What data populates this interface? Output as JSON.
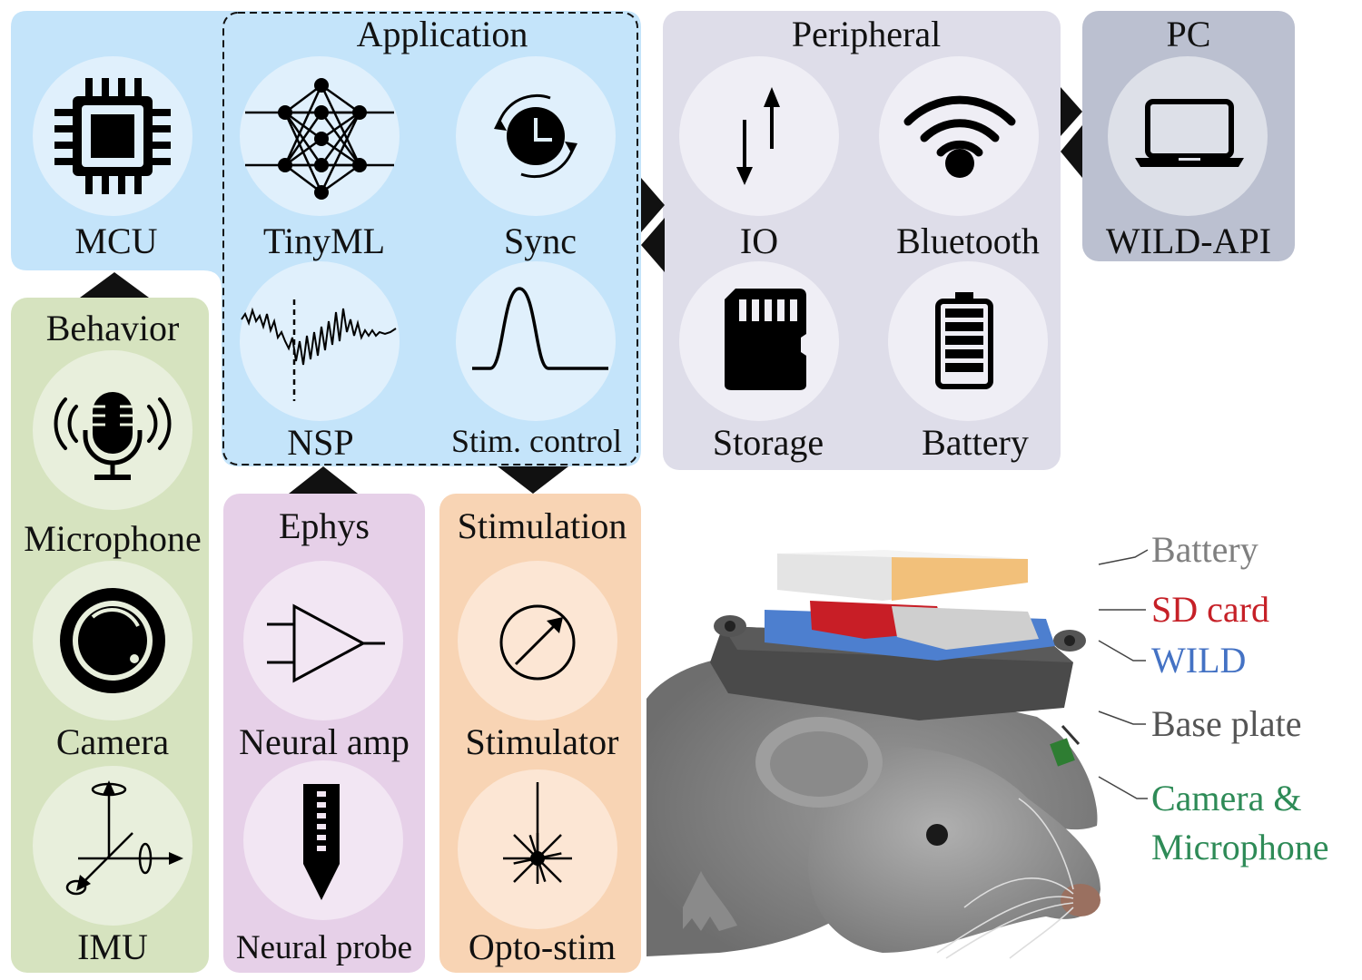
{
  "colors": {
    "mcu_panel": "#c4e4fa",
    "peripheral_panel": "#dedde9",
    "pc_panel": "#bbc0d0",
    "behavior_panel": "#d6e3bf",
    "ephys_panel": "#e6d0e8",
    "stimulation_panel": "#f8d4b4",
    "battery_label": "#7f7f7f",
    "sd_card_label": "#c62027",
    "wild_label": "#4472c4",
    "base_plate_label": "#555555",
    "camera_label": "#2e8b57"
  },
  "mcu": {
    "label": "MCU",
    "icon": "chip-icon"
  },
  "application": {
    "title": "Application",
    "items": [
      {
        "label": "TinyML",
        "icon": "neural-network-icon"
      },
      {
        "label": "Sync",
        "icon": "clock-sync-icon"
      },
      {
        "label": "NSP",
        "icon": "signal-waveform-icon"
      },
      {
        "label": "Stim. control",
        "icon": "pulse-icon"
      }
    ]
  },
  "peripheral": {
    "title": "Peripheral",
    "items": [
      {
        "label": "IO",
        "icon": "io-arrows-icon"
      },
      {
        "label": "Bluetooth",
        "icon": "wireless-icon"
      },
      {
        "label": "Storage",
        "icon": "sd-card-icon"
      },
      {
        "label": "Battery",
        "icon": "battery-icon"
      }
    ]
  },
  "pc": {
    "title": "PC",
    "label": "WILD-API",
    "icon": "laptop-icon"
  },
  "behavior": {
    "title": "Behavior",
    "items": [
      {
        "label": "Microphone",
        "icon": "microphone-icon"
      },
      {
        "label": "Camera",
        "icon": "camera-lens-icon"
      },
      {
        "label": "IMU",
        "icon": "imu-axes-icon"
      }
    ]
  },
  "ephys": {
    "title": "Ephys",
    "items": [
      {
        "label": "Neural amp",
        "icon": "amplifier-icon"
      },
      {
        "label": "Neural probe",
        "icon": "probe-icon"
      }
    ]
  },
  "stimulation": {
    "title": "Stimulation",
    "items": [
      {
        "label": "Stimulator",
        "icon": "stimulator-icon"
      },
      {
        "label": "Opto-stim",
        "icon": "laser-icon"
      }
    ]
  },
  "device": {
    "callouts": [
      {
        "label": "Battery"
      },
      {
        "label": "SD card"
      },
      {
        "label": "WILD"
      },
      {
        "label": "Base plate"
      },
      {
        "label": "Camera &",
        "label2": "Microphone"
      }
    ]
  }
}
